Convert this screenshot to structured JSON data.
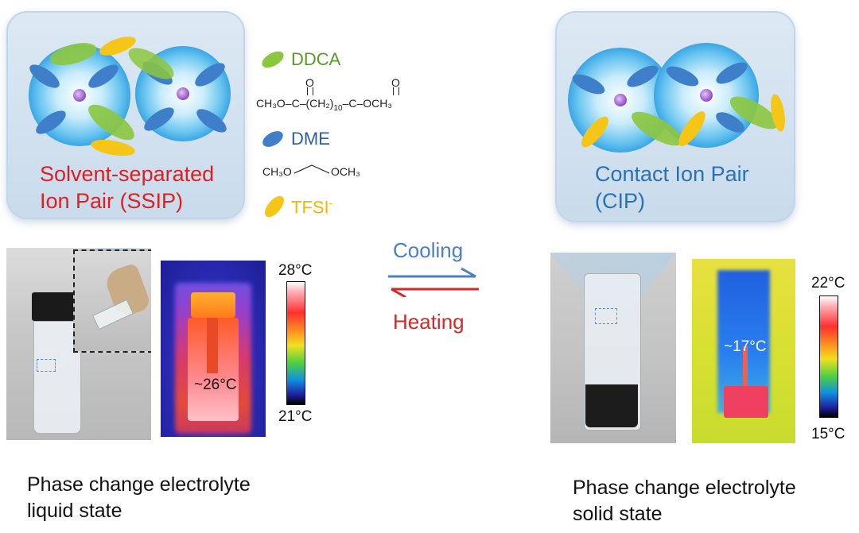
{
  "ssip": {
    "label_line1": "Solvent-separated",
    "label_line2": "Ion Pair (SSIP)"
  },
  "cip": {
    "label_line1": "Contact Ion Pair",
    "label_line2": "(CIP)"
  },
  "legend": {
    "ddca": "DDCA",
    "dme": "DME",
    "tfsi": "TFSI",
    "tfsi_sup": "-",
    "ddca_formula": {
      "left": "CH₃O–C–(CH₂)",
      "sub": "10",
      "right": "–C–OCH₃",
      "o1": "O",
      "o2": "O"
    },
    "dme_formula": {
      "left": "CH₃O",
      "right": "OCH₃"
    }
  },
  "arrows": {
    "cooling": "Cooling",
    "heating": "Heating"
  },
  "liquid": {
    "temp_reading": "~26°C",
    "scale_max": "28°C",
    "scale_min": "21°C",
    "caption_line1": "Phase change electrolyte",
    "caption_line2": "liquid state"
  },
  "solid": {
    "temp_reading": "~17°C",
    "scale_max": "22°C",
    "scale_min": "15°C",
    "caption_line1": "Phase change electrolyte",
    "caption_line2": "solid state"
  },
  "colors": {
    "ddca": "#8cc63f",
    "dme": "#3f7fc9",
    "tfsi": "#f5c518",
    "cation": "#a05ad0",
    "red_text": "#e02020",
    "blue_text": "#2a72b8",
    "cooling_arrow": "#4a7fc0",
    "heating_arrow": "#d02a2a"
  }
}
